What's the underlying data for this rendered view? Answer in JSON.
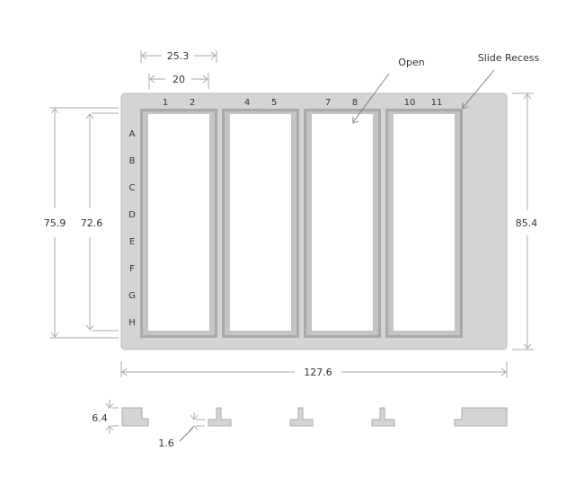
{
  "diagram": {
    "type": "technical-drawing",
    "subject": "Microplate-format slide holder, top view and side profile",
    "units": "mm",
    "colors": {
      "plate": "#d4d4d4",
      "plate_edge": "#b8b8b8",
      "frame": "#a9a9a9",
      "frame_inner": "#c4c4c4",
      "open": "#ffffff",
      "dimension_line": "#a8a8a8",
      "text": "#333333"
    },
    "dimensions": {
      "outer_pitch": "25.3",
      "opening_width": "20",
      "outer_height": "75.9",
      "inner_height": "72.6",
      "plate_height": "85.4",
      "plate_width": "127.6",
      "profile_height": "6.4",
      "slide_thickness": "1.6"
    },
    "callouts": {
      "open": "Open",
      "slide_recess": "Slide Recess"
    },
    "column_labels": [
      "1",
      "2",
      "4",
      "5",
      "7",
      "8",
      "10",
      "11"
    ],
    "row_labels": [
      "A",
      "B",
      "C",
      "D",
      "E",
      "F",
      "G",
      "H"
    ],
    "slots": [
      {
        "id": "slot-1",
        "columns": "1-2"
      },
      {
        "id": "slot-2",
        "columns": "4-5"
      },
      {
        "id": "slot-3",
        "columns": "7-8"
      },
      {
        "id": "slot-4",
        "columns": "10-11"
      }
    ]
  }
}
